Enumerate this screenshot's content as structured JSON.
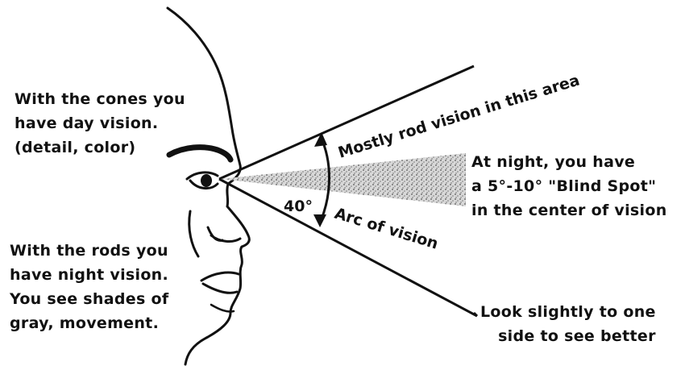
{
  "cones_note": [
    "With the cones you",
    "have day vision.",
    "(detail, color)"
  ],
  "rods_note": [
    "With the rods you",
    "have night vision.",
    "You see shades of",
    "gray, movement."
  ],
  "rod_area_label": "Mostly rod vision in this area",
  "arc_label": "Arc of vision",
  "angle_label": "40°",
  "night_note": [
    "At night, you have",
    "a 5°-10° \"Blind Spot\"",
    "in the center of vision"
  ],
  "look_note": [
    "Look slightly to one",
    "side to see better"
  ]
}
